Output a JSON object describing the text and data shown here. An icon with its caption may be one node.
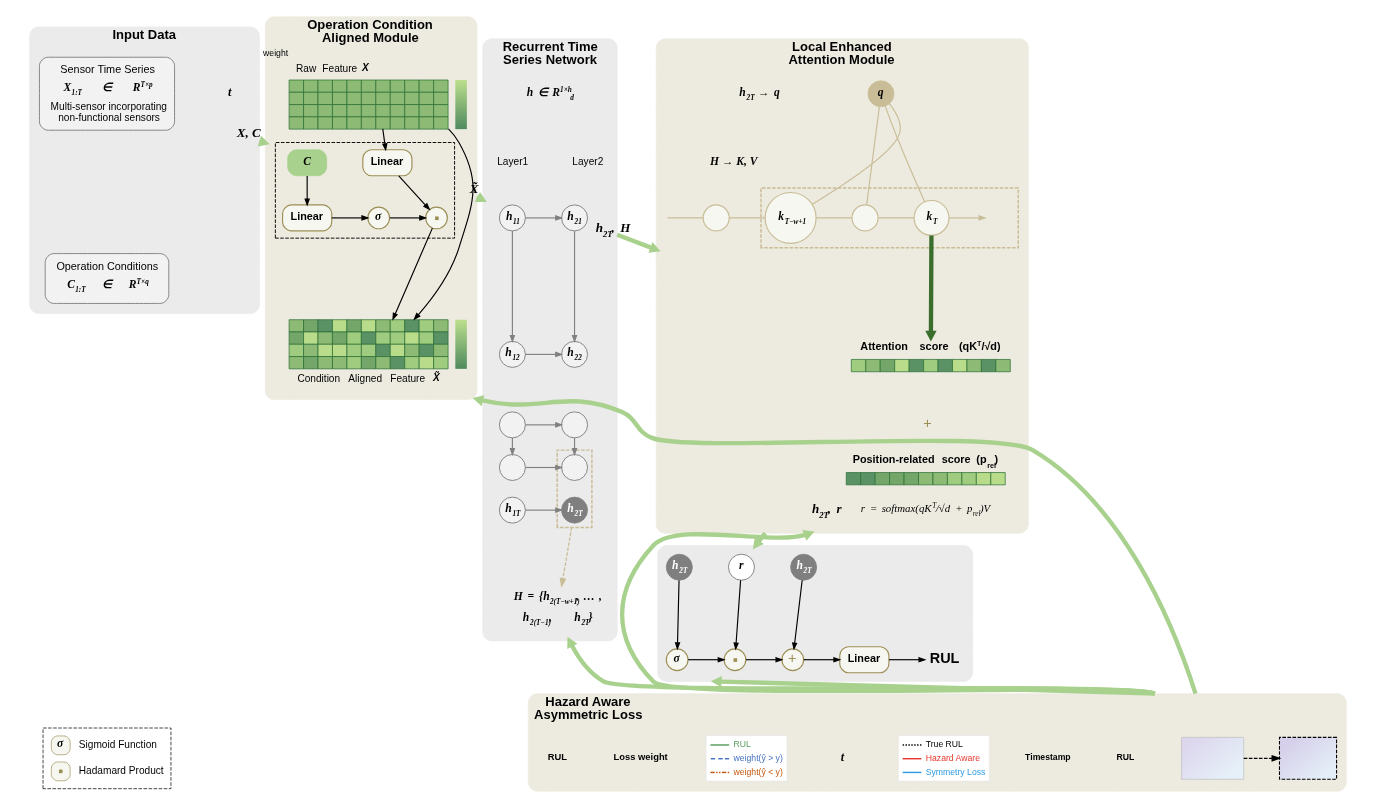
{
  "diagram": {
    "nodes": [
      {
        "text": [
          "Input Data"
        ]
      },
      {
        "text": [
          "Sensor Time Series",
          "X$_{1:T}$ ∈ R$^{T×p}$",
          "Multi-sensor incorporating non-functional sensors"
        ],
        "in": 0
      },
      {
        "text": [
          "Operation Conditions",
          "C$_{1:T}$ ∈ R$^{T×q}$"
        ],
        "in": 0
      },
      {
        "text": [
          "Operation Condition Aligned Module"
        ]
      },
      {
        "text": [
          "Raw Feature **X**"
        ],
        "beside": [
          "weight"
        ],
        "in": 3
      },
      {
        "text": [],
        "shape": "box",
        "in": 3
      },
      {
        "text": [
          "C"
        ],
        "in": 5
      },
      {
        "text": [
          "Linear"
        ],
        "in": 5
      },
      {
        "text": [
          "Linear"
        ],
        "in": 5
      },
      {
        "text": [
          "σ"
        ],
        "in": 5
      },
      {
        "text": [],
        "shape": "circle",
        "in": 5
      },
      {
        "text": [
          "Condition Aligned Feature **X̃**"
        ],
        "in": 3
      },
      {
        "text": [
          "Recurrent Time Series Network"
        ]
      },
      {
        "text": [
          "h$_{11}$"
        ],
        "in": 12
      },
      {
        "text": [
          "h$_{21}$"
        ],
        "in": 12
      },
      {
        "text": [
          "h$_{12}$"
        ],
        "in": 12
      },
      {
        "text": [
          "h$_{22}$"
        ],
        "in": 12
      },
      {
        "text": [],
        "shape": "circle",
        "in": 12
      },
      {
        "text": [],
        "shape": "circle",
        "in": 12
      },
      {
        "text": [],
        "shape": "circle",
        "in": 12
      },
      {
        "text": [],
        "shape": "box",
        "in": 12
      },
      {
        "text": [],
        "shape": "circle",
        "in": 20
      },
      {
        "text": [
          "h$_{1T}$"
        ],
        "in": 12
      },
      {
        "text": [
          "h$_{2T}$"
        ],
        "in": 20
      },
      {
        "text": [
          "H = {h$_{2(T−w+1)}$, … , h$_{2(T−1)}$, h$_{2T}$}"
        ],
        "in": 12
      },
      {
        "text": [
          "Local Enhanced Attention Module"
        ]
      },
      {
        "text": [
          "q"
        ],
        "in": 25
      },
      {
        "text": [],
        "shape": "circle",
        "in": 25
      },
      {
        "text": [],
        "shape": "box",
        "in": 25
      },
      {
        "text": [
          "k$_{T−w+1}$"
        ],
        "in": 28
      },
      {
        "text": [],
        "shape": "circle",
        "in": 28
      },
      {
        "text": [
          "k$_{T}$"
        ],
        "in": 28
      },
      {
        "text": [
          "Attention score (qK$^{T}$/√d)"
        ],
        "in": 25
      },
      {
        "text": [
          "Position-related score (p$_{rel}$)"
        ],
        "in": 25
      },
      {
        "text": [],
        "shape": "box"
      },
      {
        "text": [
          "h$_{2T}$"
        ],
        "in": 34
      },
      {
        "text": [
          "r"
        ],
        "in": 34
      },
      {
        "text": [
          "h$_{2T}$"
        ],
        "in": 34
      },
      {
        "text": [
          "σ"
        ],
        "in": 34
      },
      {
        "text": [],
        "shape": "circle",
        "in": 34
      },
      {
        "text": [
          "+"
        ],
        "in": 34
      },
      {
        "text": [
          "Linear"
        ],
        "in": 34
      },
      {
        "text": [
          "RUL"
        ],
        "in": 34
      },
      {
        "text": [
          "Hazard Aware Asymmetric Loss"
        ]
      },
      {
        "text": [],
        "shape": "picture",
        "in": 43
      },
      {
        "text": [],
        "shape": "picture",
        "in": 43
      }
    ],
    "edges": [
      {
        "from": 0,
        "to": 3,
        "arrow": "to",
        "label": "X, C",
        "style": "thick",
        "color": "#a9d18e"
      },
      {
        "from": 4,
        "to": 7,
        "arrow": "to"
      },
      {
        "from": 4,
        "to": 11,
        "arrow": "to"
      },
      {
        "from": 6,
        "to": 8,
        "arrow": "to"
      },
      {
        "from": 8,
        "to": 9,
        "arrow": "to"
      },
      {
        "from": 9,
        "to": 10,
        "arrow": "to"
      },
      {
        "from": 7,
        "to": 10,
        "arrow": "to"
      },
      {
        "from": 10,
        "to": 11,
        "arrow": "to"
      },
      {
        "from": 3,
        "to": 12,
        "arrow": "to",
        "label": "X̃",
        "style": "thick",
        "color": "#a9d18e"
      },
      {
        "from": 13,
        "to": 14,
        "arrow": "to",
        "color": "#808080"
      },
      {
        "from": 13,
        "to": 15,
        "arrow": "to",
        "color": "#808080"
      },
      {
        "from": 14,
        "to": 16,
        "arrow": "to",
        "color": "#808080"
      },
      {
        "from": 15,
        "to": 16,
        "arrow": "to",
        "color": "#808080"
      },
      {
        "from": 17,
        "to": 18,
        "arrow": "to",
        "color": "#808080"
      },
      {
        "from": 17,
        "to": 19,
        "arrow": "to",
        "color": "#808080"
      },
      {
        "from": 18,
        "to": 21,
        "arrow": "to",
        "color": "#808080"
      },
      {
        "from": 19,
        "to": 21,
        "arrow": "to",
        "color": "#808080"
      },
      {
        "from": 22,
        "to": 23,
        "arrow": "to",
        "color": "#808080"
      },
      {
        "from": 20,
        "to": 24,
        "arrow": "to",
        "style": "dashed",
        "color": "#c9bd97"
      },
      {
        "from": 12,
        "to": 25,
        "arrow": "to",
        "label": "h$_{2T}$, H",
        "style": "thick",
        "color": "#a9d18e"
      },
      {
        "from": 26,
        "to": 29,
        "arrow": "none",
        "color": "#c9bd97"
      },
      {
        "from": 26,
        "to": 30,
        "arrow": "none",
        "color": "#c9bd97"
      },
      {
        "from": 26,
        "to": 31,
        "arrow": "none",
        "color": "#c9bd97"
      },
      {
        "from": null,
        "to": 27,
        "arrow": "none",
        "color": "#c9bd97"
      },
      {
        "from": 27,
        "to": 29,
        "arrow": "none",
        "color": "#c9bd97"
      },
      {
        "from": 29,
        "to": 30,
        "arrow": "none",
        "color": "#c9bd97"
      },
      {
        "from": 30,
        "to": 31,
        "arrow": "none",
        "color": "#c9bd97"
      },
      {
        "from": 31,
        "to": null,
        "arrow": "to",
        "color": "#c9bd97"
      },
      {
        "from": 31,
        "to": 32,
        "arrow": "to",
        "style": "thick",
        "color": "#3b6e2c"
      },
      {
        "from": 25,
        "to": 34,
        "arrow": "to",
        "label": "h$_{2T}$, r",
        "style": "thick",
        "color": "#a9d18e"
      },
      {
        "from": 35,
        "to": 38,
        "arrow": "to"
      },
      {
        "from": 36,
        "to": 39,
        "arrow": "to"
      },
      {
        "from": 37,
        "to": 40,
        "arrow": "to"
      },
      {
        "from": 38,
        "to": 39,
        "arrow": "to"
      },
      {
        "from": 39,
        "to": 40,
        "arrow": "to"
      },
      {
        "from": 40,
        "to": 41,
        "arrow": "to"
      },
      {
        "from": 41,
        "to": 42,
        "arrow": "to"
      },
      {
        "from": 43,
        "to": 3,
        "arrow": "to",
        "style": "thick",
        "color": "#a9d18e"
      },
      {
        "from": 43,
        "to": 12,
        "arrow": "to",
        "style": "thick",
        "color": "#a9d18e"
      },
      {
        "from": 43,
        "to": 25,
        "arrow": "to",
        "style": "thick",
        "color": "#a9d18e"
      },
      {
        "from": 43,
        "to": 34,
        "arrow": "to",
        "style": "thick",
        "color": "#a9d18e"
      },
      {
        "from": 44,
        "to": 45,
        "arrow": "to",
        "style": "dashed"
      }
    ],
    "labels": [
      "t",
      "h ∈ R$^{1×h}$$_{d}$",
      "Layer1",
      "Layer2",
      "h$_{2T}$ → q",
      "H → K, V",
      "+",
      "r = softmax(qK$^{T}$/√d + p$_{rel}$)V",
      "σ",
      "RUL",
      "Loss weight",
      "t",
      "RUL",
      "Timestamp"
    ],
    "legend": [
      {
        "text": "Sigmoid Function"
      },
      {
        "text": "Hadamard Product"
      },
      {
        "text": "RUL"
      },
      {
        "text": "weight(ŷ > y)"
      },
      {
        "text": "weight(ŷ < y)"
      },
      {
        "text": "True RUL"
      },
      {
        "text": "Hazard Aware"
      },
      {
        "text": "Symmetry Loss"
      }
    ]
  }
}
